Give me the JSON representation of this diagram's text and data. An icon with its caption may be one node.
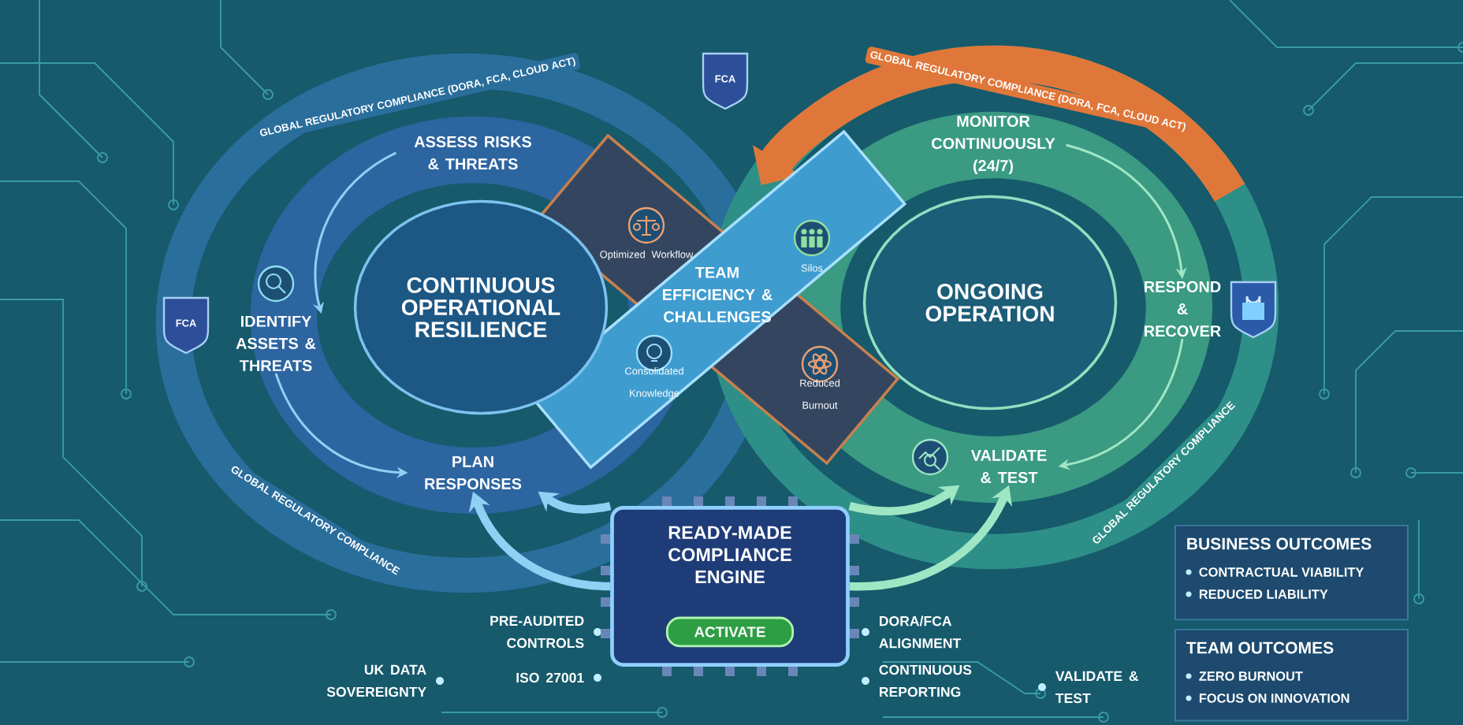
{
  "diagram": {
    "nodes": [
      {
        "text": [
          "CONTINUOUS OPERATIONAL RESILIENCE"
        ]
      },
      {
        "text": [
          "ASSESS RISKS & THREATS"
        ]
      },
      {
        "text": [
          "IDENTIFY ASSETS & THREATS"
        ]
      },
      {
        "text": [
          "PLAN RESPONSES"
        ]
      },
      {
        "text": [
          "TEAM EFFICIENCY & CHALLENGES"
        ]
      },
      {
        "text": [
          "Optimized Workflow"
        ]
      },
      {
        "text": [
          "Silos"
        ]
      },
      {
        "text": [
          "Consolidated Knowledge"
        ]
      },
      {
        "text": [
          "Reduced Burnout"
        ]
      },
      {
        "text": [
          "ONGOING OPERATION"
        ]
      },
      {
        "text": [
          "MONITOR CONTINUOUSLY (24/7)"
        ]
      },
      {
        "text": [
          "RESPOND & RECOVER"
        ]
      },
      {
        "text": [
          "VALIDATE & TEST"
        ]
      },
      {
        "text": [
          "READY-MADE COMPLIANCE ENGINE"
        ]
      },
      {
        "text": [
          "ACTIVATE"
        ],
        "in": 13
      },
      {
        "text": [
          "BUSINESS OUTCOMES",
          "CONTRACTUAL VIABILITY",
          "REDUCED LIABILITY"
        ]
      },
      {
        "text": [
          "TEAM OUTCOMES",
          "ZERO BURNOUT",
          "FOCUS ON INNOVATION"
        ]
      }
    ],
    "edges": [
      {
        "from": 1,
        "to": 2,
        "arrow": "to"
      },
      {
        "from": 2,
        "to": 3,
        "arrow": "to"
      },
      {
        "from": 10,
        "to": 11,
        "arrow": "to",
        "color": "#9fe6c4"
      },
      {
        "from": 11,
        "to": 12,
        "arrow": "to",
        "color": "#9fe6c4"
      },
      {
        "from": 13,
        "to": 3,
        "arrow": "to",
        "style": "thick"
      },
      {
        "from": 13,
        "to": 3,
        "arrow": "to",
        "style": "thick"
      },
      {
        "from": 13,
        "to": 12,
        "arrow": "to",
        "style": "thick",
        "color": "#9fe6c4"
      },
      {
        "from": 13,
        "to": 12,
        "arrow": "to",
        "style": "thick",
        "color": "#9fe6c4"
      }
    ],
    "labels": [
      "GLOBAL REGULATORY COMPLIANCE (DORA, FCA, CLOUD ACT)",
      "FCA",
      "GLOBAL REGULATORY COMPLIANCE (DORA, FCA, CLOUD ACT)",
      "FCA",
      "GLOBAL REGULATORY COMPLIANCE",
      "GLOBAL REGULATORY COMPLIANCE",
      "PRE-AUDITED CONTROLS",
      "ISO 27001",
      "UK DATA SOVEREIGNTY",
      "DORA/FCA ALIGNMENT",
      "CONTINUOUS REPORTING",
      "VALIDATE & TEST"
    ]
  }
}
